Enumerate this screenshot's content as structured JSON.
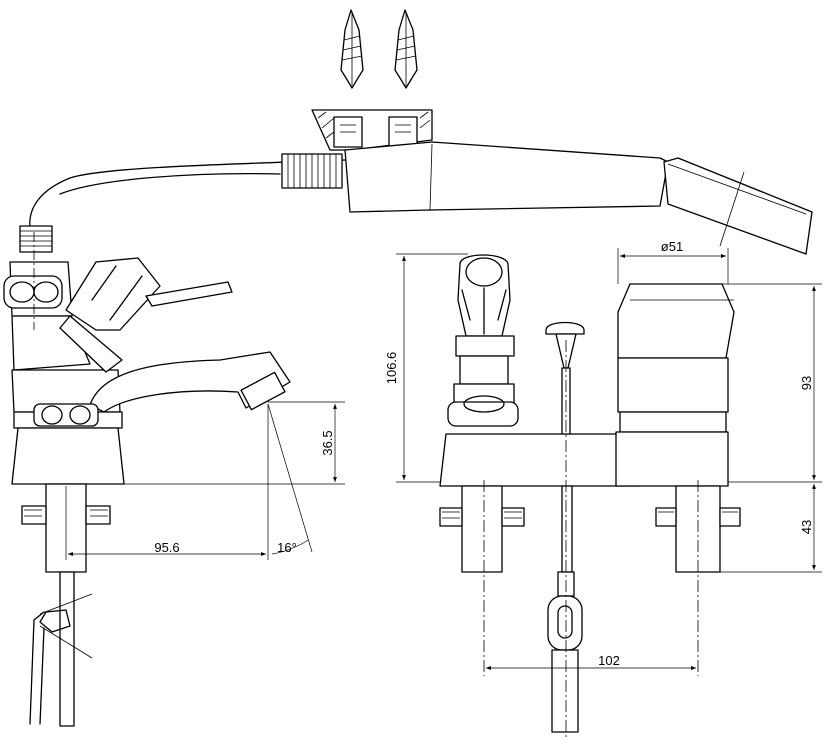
{
  "dimensions": {
    "spout_height": "36.5",
    "spout_reach": "95.6",
    "spout_angle": "16°",
    "overall_height": "106.6",
    "handle_diameter": "ø51",
    "body_height": "93",
    "below_deck": "43",
    "center_distance": "102"
  },
  "colors": {
    "line": "#000000",
    "background": "#ffffff"
  }
}
